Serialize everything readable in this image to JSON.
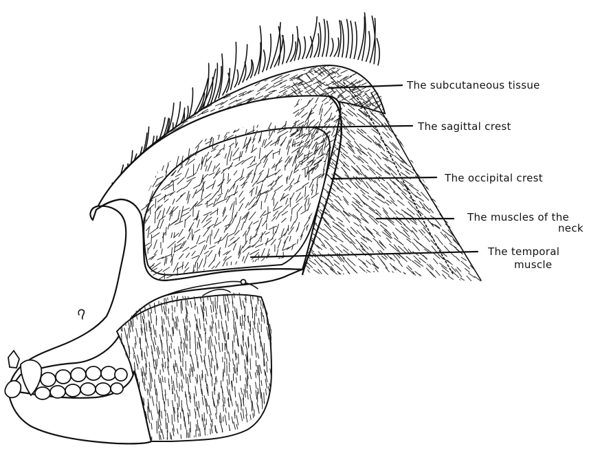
{
  "labels": {
    "subcutaneous": "The  subcutaneous tissue",
    "sagittal": "The sagittal crest",
    "occipital": "The  occipital crest",
    "neck_line1": "The muscles of the",
    "neck_line2": "neck",
    "temporal_line1": "The temporal",
    "temporal_line2": "muscle"
  },
  "colors": {
    "ink": "#111111",
    "paper": "#ffffff"
  }
}
